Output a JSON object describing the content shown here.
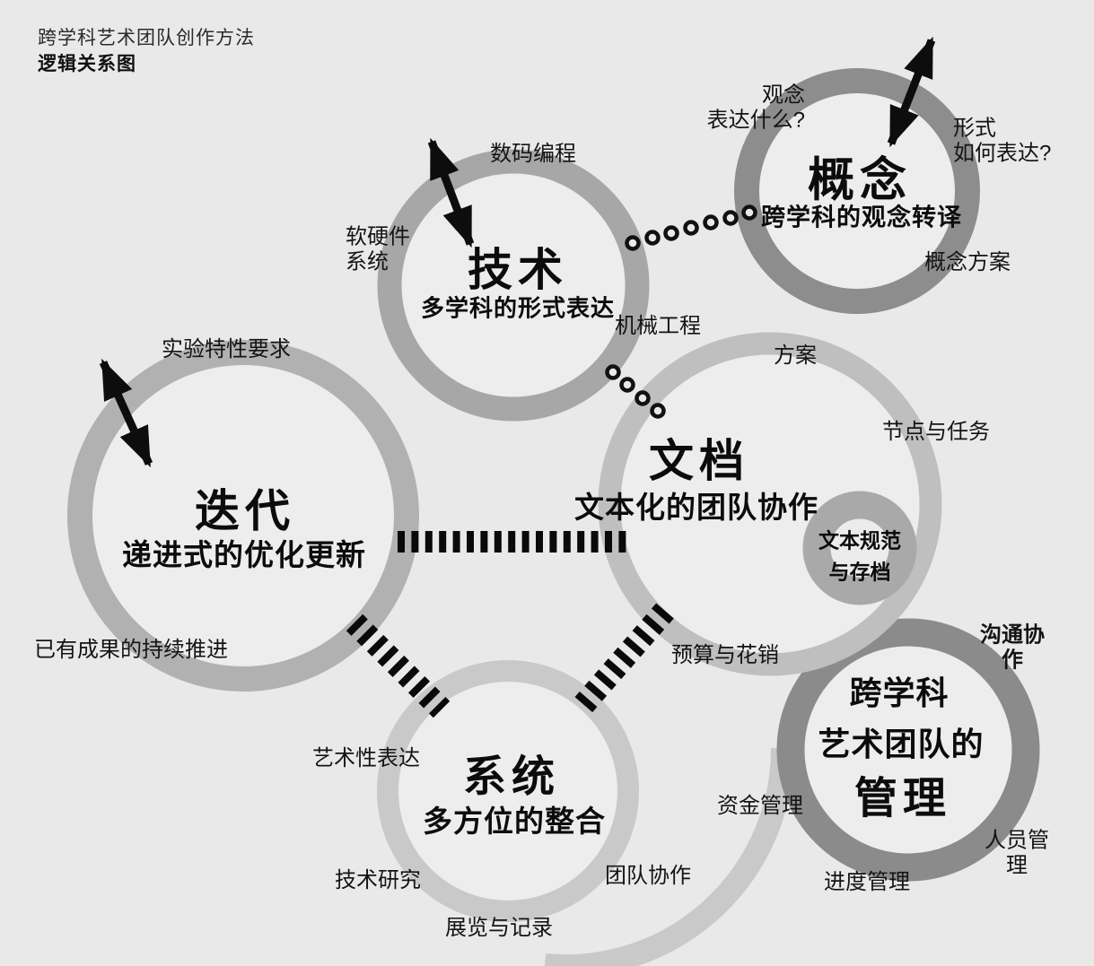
{
  "header": {
    "line1": "跨学科艺术团队创作方法",
    "line2": "逻辑关系图"
  },
  "nodes": {
    "tech": {
      "title": "技术",
      "subtitle": "多学科的形式表达",
      "ring_color": "#a7a7a7",
      "labels": {
        "top": "数码编程",
        "left": "软硬件\n系统",
        "right": "机械工程"
      }
    },
    "concept": {
      "title": "概念",
      "subtitle": "跨学科的观念转译",
      "ring_color": "#8d8d8d",
      "labels": {
        "top_left": "观念\n表达什么?",
        "right": "形式\n如何表达?",
        "bottom_right": "概念方案"
      }
    },
    "iterate": {
      "title": "迭代",
      "subtitle": "递进式的优化更新",
      "ring_color": "#b1b1b1",
      "labels": {
        "top": "实验特性要求",
        "bottom_left": "已有成果的持续推进"
      }
    },
    "doc": {
      "title": "文档",
      "subtitle": "文本化的团队协作",
      "ring_color": "#bfbfbf",
      "labels": {
        "top": "方案",
        "right": "节点与任务",
        "bottom": "预算与花销"
      }
    },
    "system": {
      "title": "系统",
      "subtitle": "多方位的整合",
      "ring_color": "#c9c9c9",
      "labels": {
        "left": "艺术性表达",
        "bottom_left": "技术研究",
        "bottom": "展览与记录",
        "right": "团队协作"
      }
    },
    "manage": {
      "title_line1": "跨学科",
      "title_line2": "艺术团队的",
      "title_line3": "管理",
      "ring_color": "#8b8b8b",
      "labels": {
        "top_right": "沟通协作",
        "left": "资金管理",
        "bottom": "进度管理",
        "bottom_right": "人员管理"
      }
    },
    "archive": {
      "label": "文本规范\n与存档",
      "ring_color": "#a9a9a9"
    }
  },
  "graphics": {
    "background": "#e9e9e9",
    "circle_interior": "#ededed",
    "deco_ring": "#c9c9c9",
    "dash_color": "#0a0a0a",
    "dot_stroke": "#111111",
    "dot_fill": "#e9e9e9",
    "arrow_color": "#0d0d0d"
  }
}
